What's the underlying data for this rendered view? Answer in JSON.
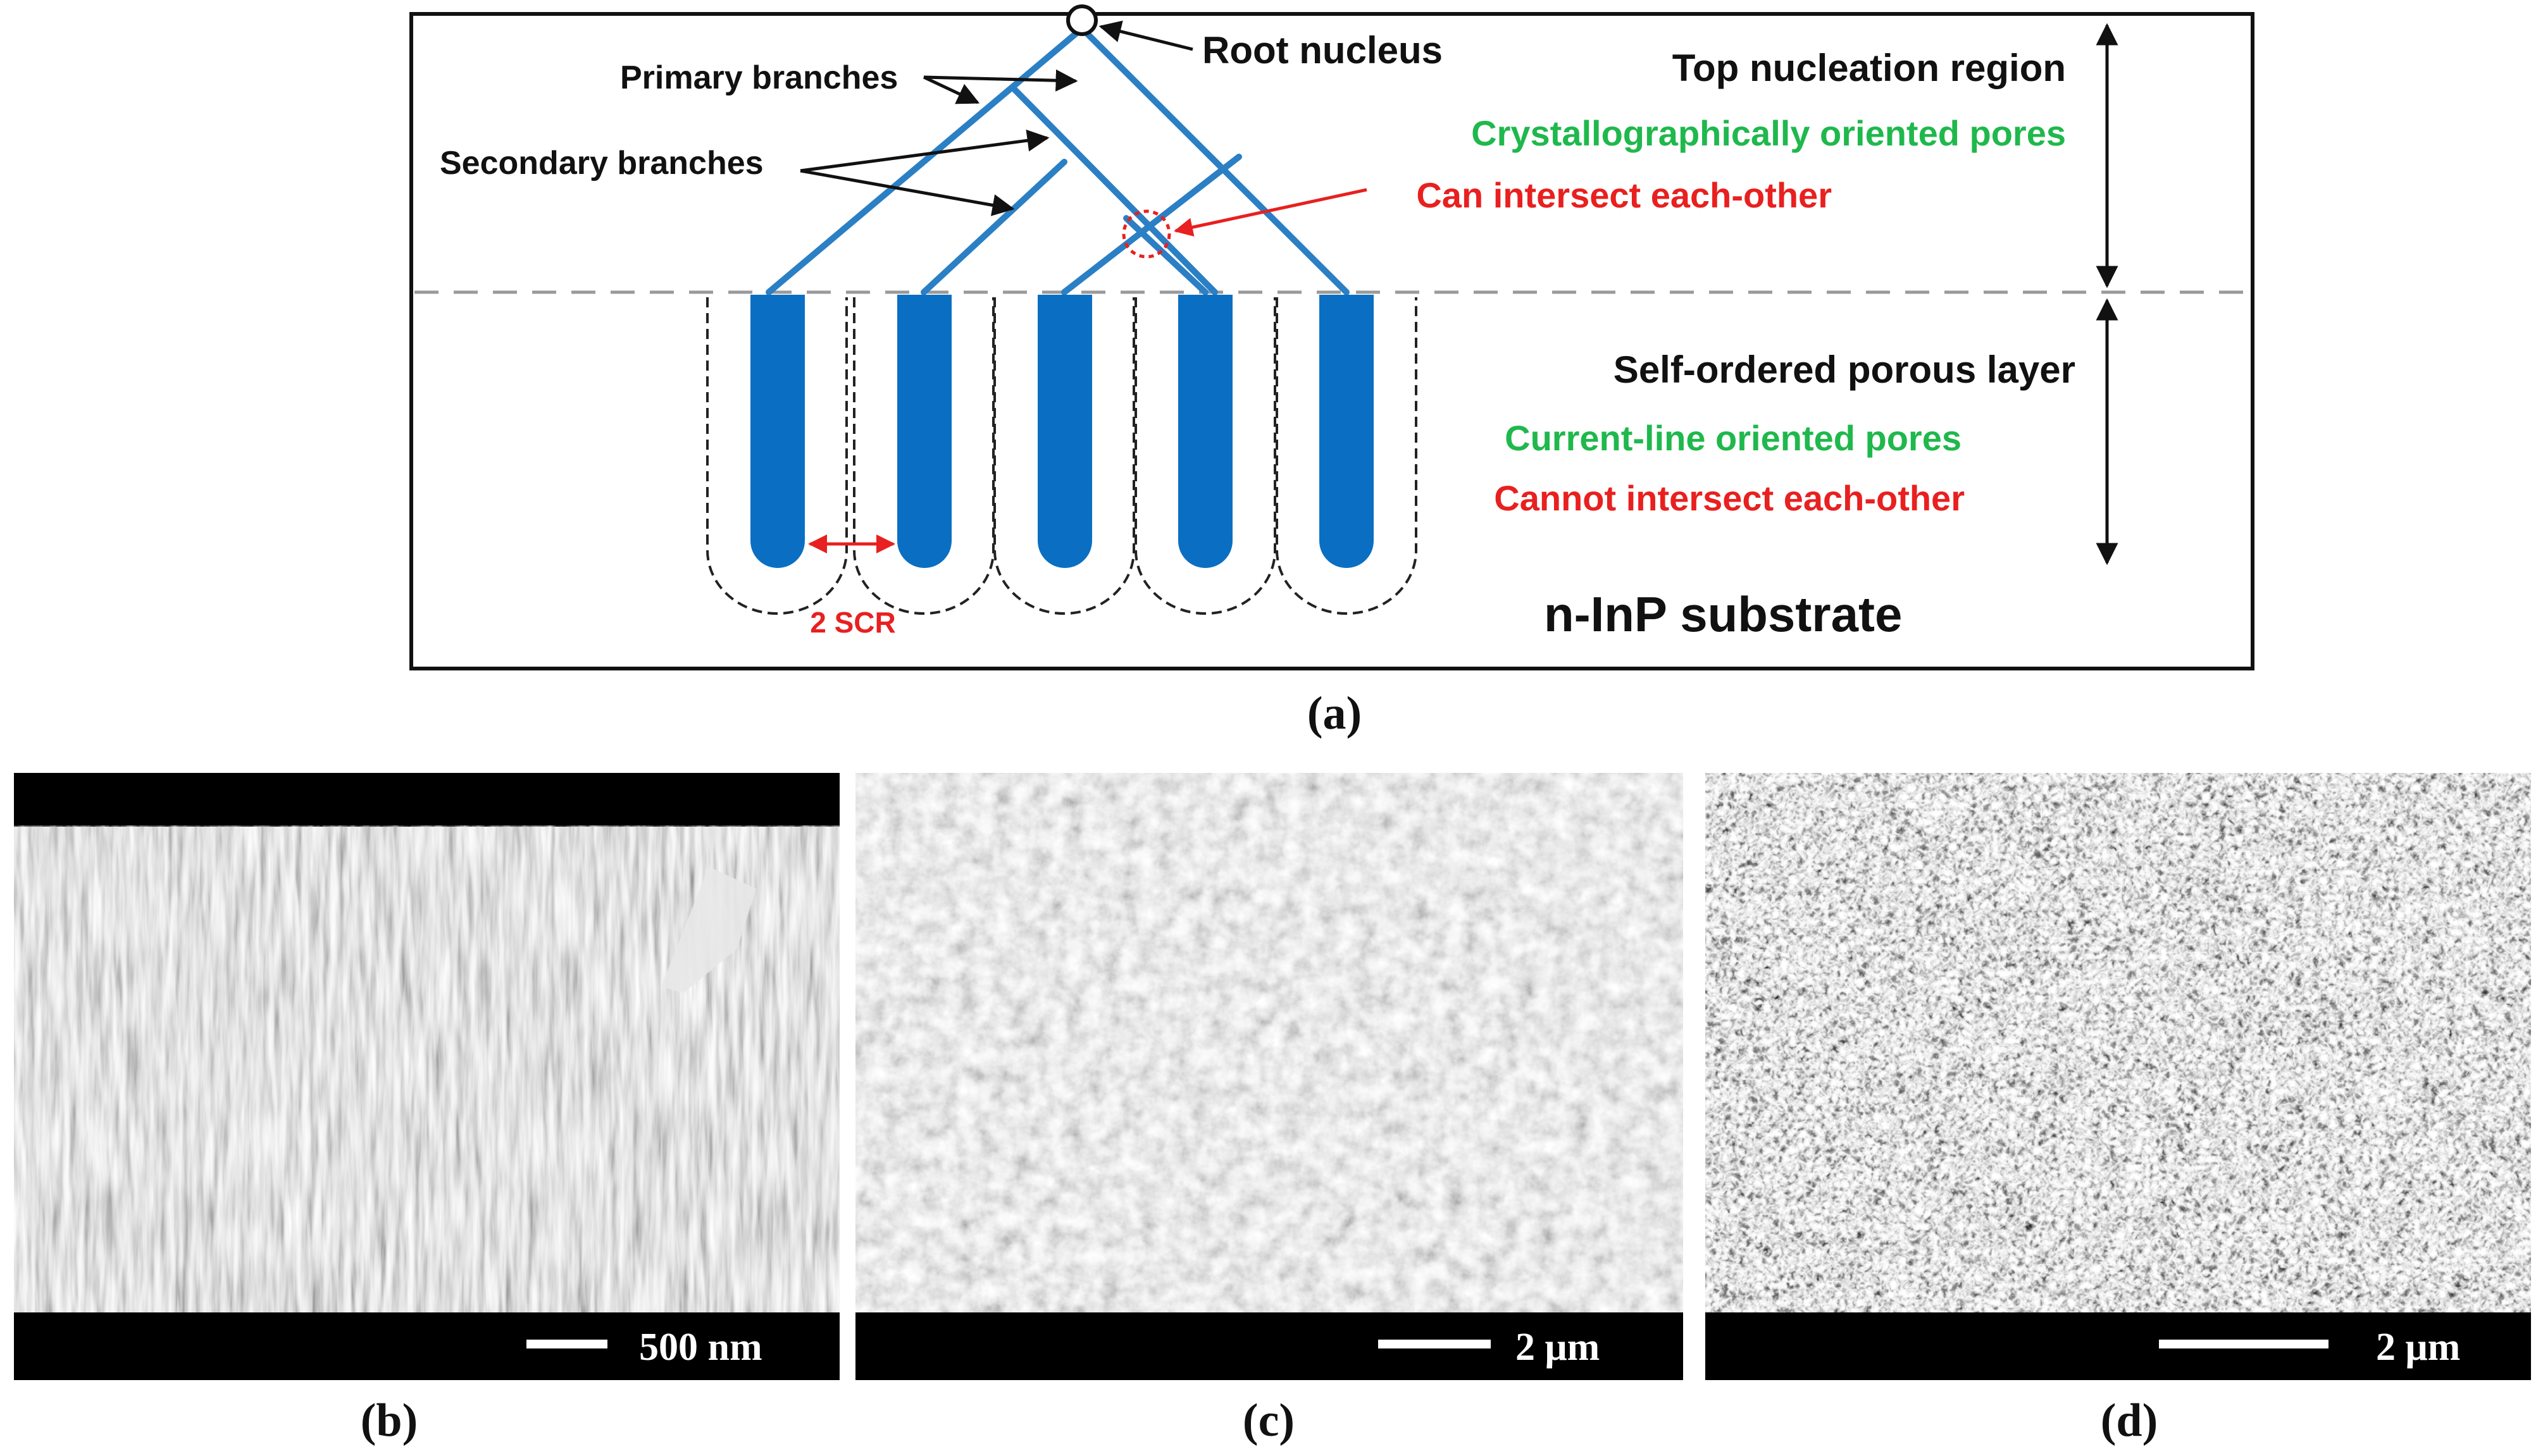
{
  "colors": {
    "pore_blue": "#0a6fc2",
    "branch_blue": "#2b7fc4",
    "label_green": "#1fb84c",
    "label_red": "#e8201f",
    "black": "#111111"
  },
  "schematic": {
    "root_nucleus": "Root nucleus",
    "primary_branches": "Primary branches",
    "secondary_branches": "Secondary branches",
    "top_region": "Top nucleation region",
    "crystal_pores": "Crystallographically oriented pores",
    "can_intersect": "Can intersect each-other",
    "self_ordered": "Self-ordered porous layer",
    "current_line_pores": "Current-line oriented pores",
    "cannot_intersect": "Cannot intersect each-other",
    "substrate": "n-InP substrate",
    "scr": "2 SCR"
  },
  "panels": {
    "a": "(a)",
    "b": "(b)",
    "c": "(c)",
    "d": "(d)"
  },
  "scale_bars": {
    "b": "500 nm",
    "c": "2 μm",
    "d": "2 μm"
  },
  "micrographs": {
    "b": "sem-cross-section",
    "c": "sem-top-view",
    "d": "sem-porous-surface"
  }
}
